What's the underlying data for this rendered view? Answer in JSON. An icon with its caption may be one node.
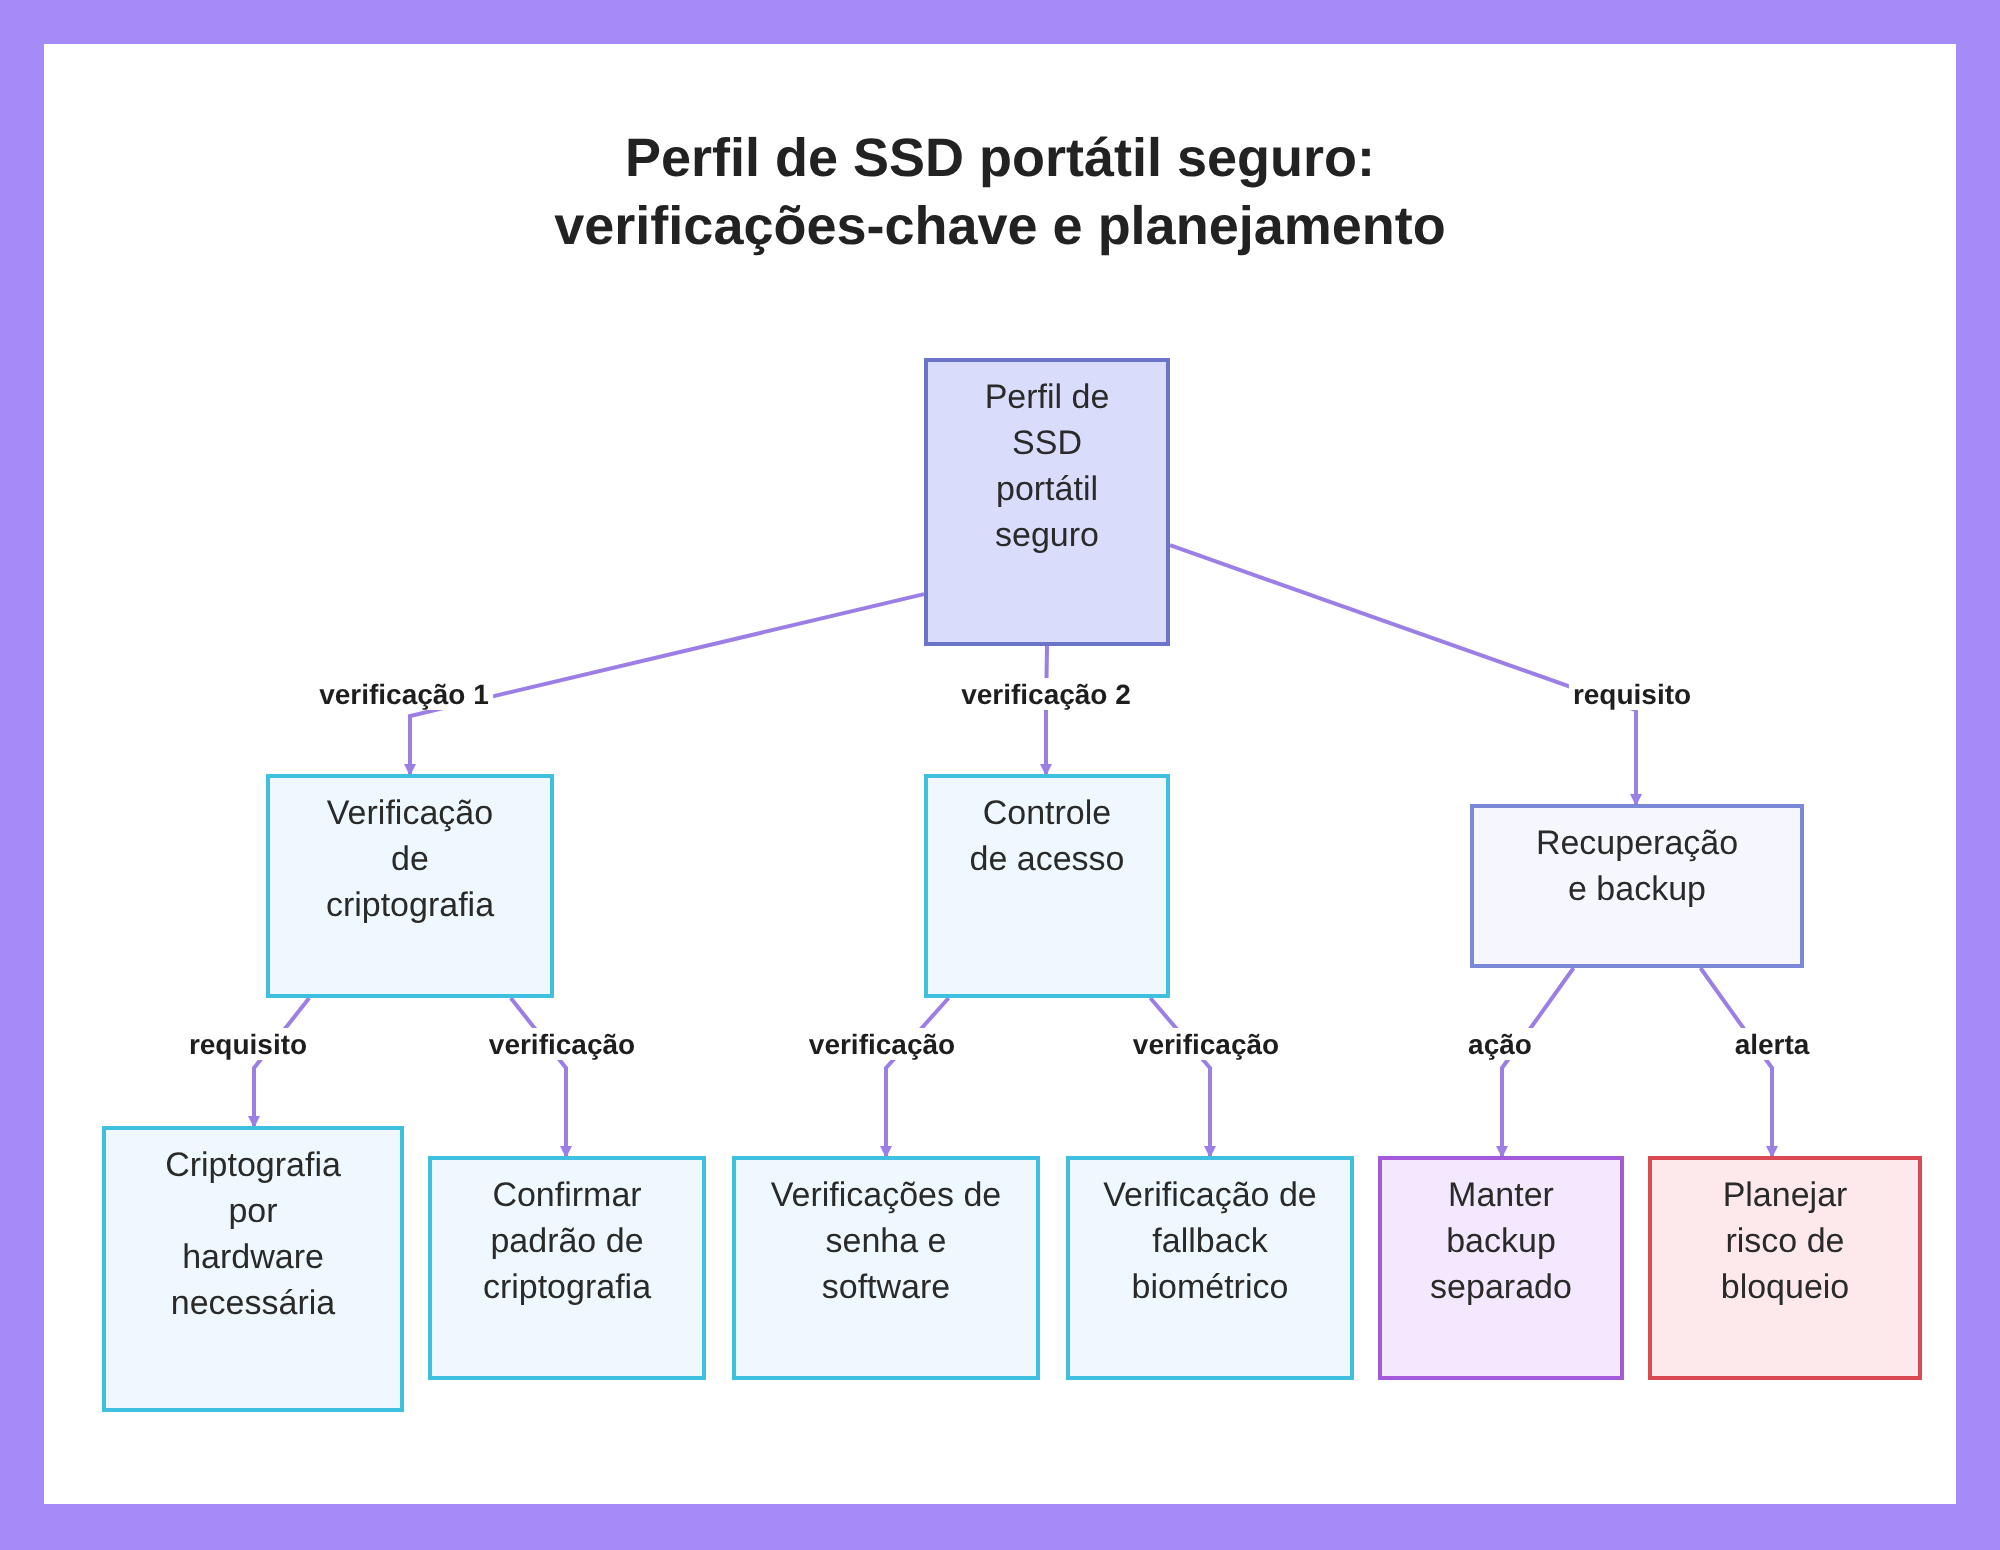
{
  "diagram": {
    "title": "Perfil de SSD portátil seguro: verificações-chave e planejamento",
    "nodes": [
      {
        "text": [
          "Perfil de SSD portátil seguro"
        ]
      },
      {
        "text": [
          "Verificação de criptografia"
        ]
      },
      {
        "text": [
          "Controle de acesso"
        ]
      },
      {
        "text": [
          "Recuperação e backup"
        ]
      },
      {
        "text": [
          "Criptografia por hardware necessária"
        ]
      },
      {
        "text": [
          "Confirmar padrão de criptografia"
        ]
      },
      {
        "text": [
          "Verificações de senha e software"
        ]
      },
      {
        "text": [
          "Verificação de fallback biométrico"
        ]
      },
      {
        "text": [
          "Manter backup separado"
        ]
      },
      {
        "text": [
          "Planejar risco de bloqueio"
        ]
      }
    ],
    "edges": [
      {
        "from": 0,
        "to": 1,
        "label": "verificação 1",
        "arrow": "to"
      },
      {
        "from": 0,
        "to": 2,
        "label": "verificação 2",
        "arrow": "to"
      },
      {
        "from": 0,
        "to": 3,
        "label": "requisito",
        "arrow": "to"
      },
      {
        "from": 1,
        "to": 4,
        "label": "requisito",
        "arrow": "to"
      },
      {
        "from": 1,
        "to": 5,
        "label": "verificação",
        "arrow": "to"
      },
      {
        "from": 2,
        "to": 6,
        "label": "verificação",
        "arrow": "to"
      },
      {
        "from": 2,
        "to": 7,
        "label": "verificação",
        "arrow": "to"
      },
      {
        "from": 3,
        "to": 8,
        "label": "ação",
        "arrow": "to"
      },
      {
        "from": 3,
        "to": 9,
        "label": "alerta",
        "arrow": "to"
      }
    ]
  }
}
